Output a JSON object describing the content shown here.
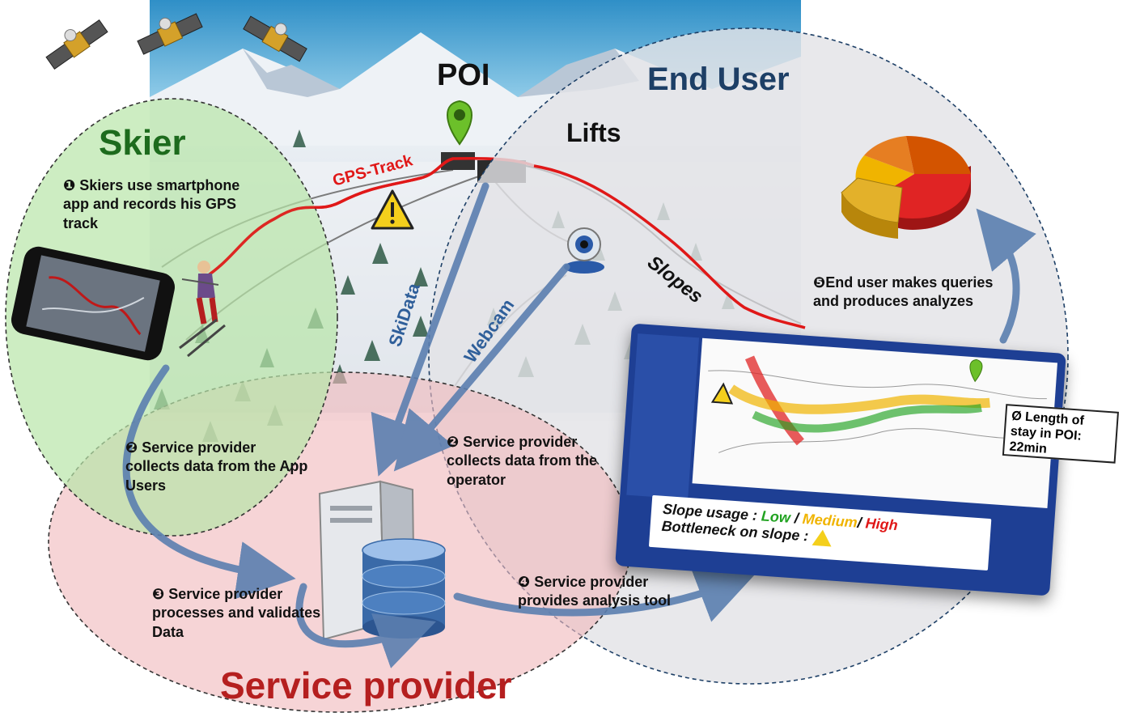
{
  "titles": {
    "poi": "POI",
    "end_user": "End User",
    "skier": "Skier",
    "lifts": "Lifts",
    "service_provider": "Service provider"
  },
  "map_labels": {
    "gps_track": "GPS-Track",
    "skidata": "SkiData",
    "webcam": "Webcam",
    "slopes": "Slopes"
  },
  "steps": {
    "step1": "❶ Skiers use smartphone app and records his GPS track",
    "step2a": "❷ Service provider collects data from the App Users",
    "step2b": "❷ Service provider collects data from the operator",
    "step3": "❸ Service provider processes and validates Data",
    "step4": "❹ Service provider provides analysis tool",
    "step5": "❺End user makes queries and produces analyzes"
  },
  "dashboard": {
    "poi_box": "Ø Length of stay in POI: 22min",
    "slope_usage_label": "Slope usage : ",
    "low": "Low",
    "sep1": " / ",
    "medium": "Medium",
    "sep2": "/ ",
    "high": "High",
    "bottleneck_label": "Bottleneck on slope : "
  },
  "icons": [
    "satellite-icon",
    "poi-pin-icon",
    "warning-icon",
    "webcam-icon",
    "smartphone-icon",
    "skier-icon",
    "server-icon",
    "database-icon",
    "pie-chart-icon"
  ],
  "colors": {
    "skier_circle": "#b8e6a8",
    "service_circle": "#f1b9bd",
    "enduser_circle": "#e3e3e6",
    "skier_title": "#1d6b1d",
    "service_title": "#b51f1f",
    "enduser_title": "#1d3f66",
    "gps_track": "#e01818",
    "arrow": "#5b7fb0",
    "low": "#22a322",
    "medium": "#f0b400",
    "high": "#e01818"
  }
}
